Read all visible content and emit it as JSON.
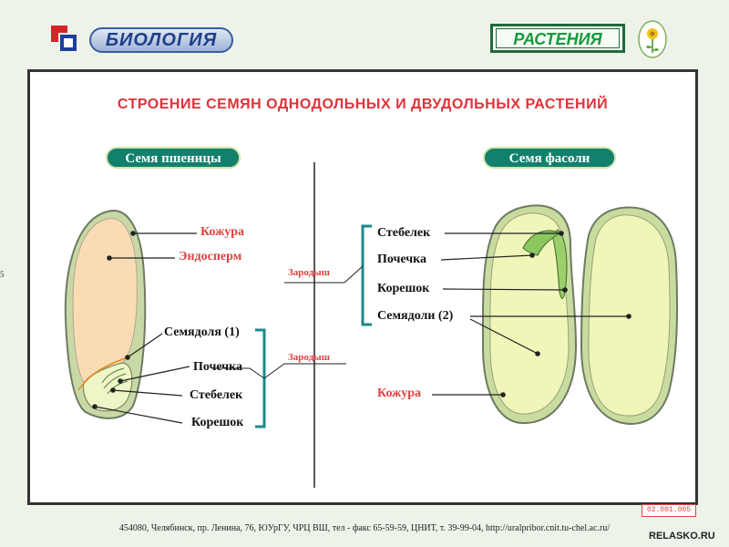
{
  "header": {
    "subject": "БИОЛОГИЯ",
    "section": "РАСТЕНИЯ"
  },
  "title": "СТРОЕНИЕ СЕМЯН ОДНОДОЛЬНЫХ И ДВУДОЛЬНЫХ РАСТЕНИЙ",
  "wheat": {
    "heading": "Семя пшеницы",
    "labels": {
      "coat": "Кожура",
      "endosperm": "Эндосперм",
      "cotyledon": "Семядоля (1)",
      "bud": "Почечка",
      "stem": "Стебелек",
      "root": "Корешок"
    },
    "embryo": "Зародыш"
  },
  "bean": {
    "heading": "Семя фасоли",
    "labels": {
      "stem": "Стебелек",
      "bud": "Почечка",
      "root": "Корешок",
      "cotyledons": "Семядоли (2)",
      "coat": "Кожура"
    },
    "embryo": "Зародыш"
  },
  "colors": {
    "accent_red": "#e0323a",
    "pill_green": "#13806c",
    "bracket": "#1a8a8a",
    "wheat_fill": "#f9dcb4",
    "bean_fill": "#f0f5b8"
  },
  "code": "02.001.005",
  "footer": "454080, Челябинск, пр. Ленина, 76, ЮУрГУ, ЧРЦ ВШ, тел - факс 65-59-59, ЦНИТ, т. 39-99-04, http://uralpribor.cnit.tu-chel.ac.ru/",
  "watermark": "RELASKO.RU",
  "edge_mark": "5"
}
